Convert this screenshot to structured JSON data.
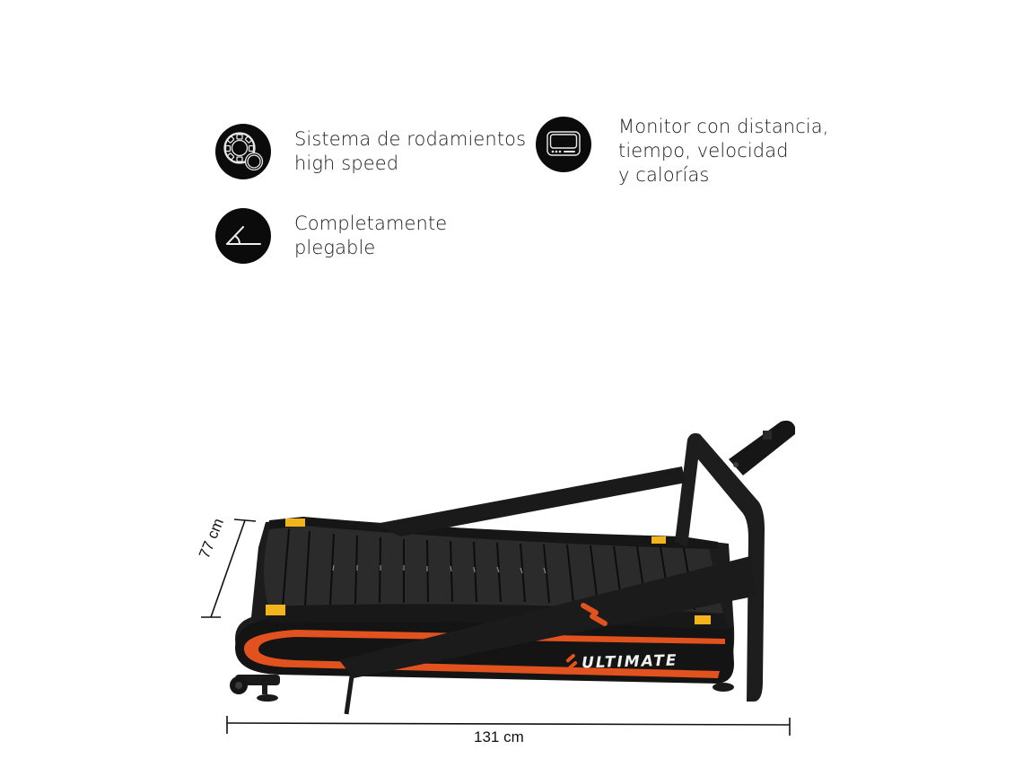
{
  "features": [
    {
      "icon": "bearing-icon",
      "lines": [
        "Sistema de rodamientos",
        "high speed"
      ]
    },
    {
      "icon": "monitor-icon",
      "lines": [
        "Monitor con distancia,",
        "tiempo, velocidad",
        "y calorías"
      ]
    },
    {
      "icon": "folding-angle-icon",
      "lines": [
        "Completamente",
        "plegable"
      ]
    }
  ],
  "product": {
    "brand": "ULTIMATE",
    "type": "curved manual treadmill",
    "colors": {
      "frame": "#1b1b1b",
      "accent": "#e2521e",
      "belt": "#2a2a2a",
      "warning_label": "#f2b51b"
    }
  },
  "dimensions": {
    "width": "131 cm",
    "height": "77 cm"
  }
}
